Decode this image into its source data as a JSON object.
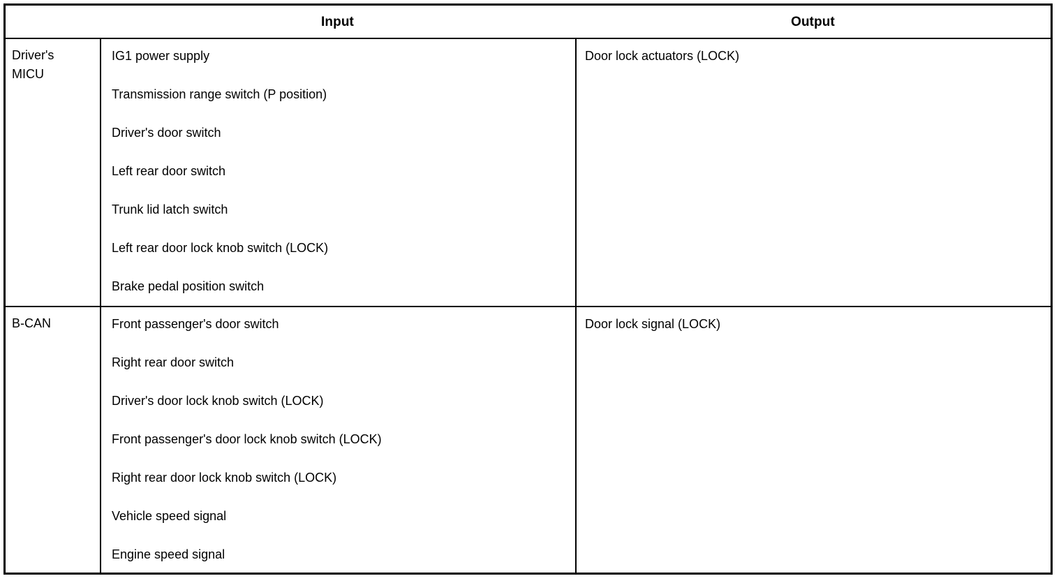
{
  "table": {
    "headers": {
      "corner": "",
      "input": "Input",
      "output": "Output"
    },
    "rows": [
      {
        "label": "Driver's\nMICU",
        "inputs": [
          "IG1 power supply",
          "Transmission range switch (P position)",
          "Driver's door switch",
          "Left rear door switch",
          "Trunk lid latch switch",
          "Left rear door lock knob switch (LOCK)",
          "Brake pedal position switch"
        ],
        "outputs": [
          "Door lock actuators (LOCK)"
        ]
      },
      {
        "label": "B-CAN",
        "inputs": [
          "Front passenger's door switch",
          "Right rear door switch",
          "Driver's door lock knob switch (LOCK)",
          "Front passenger's door lock knob switch (LOCK)",
          "Right rear door lock knob switch (LOCK)",
          "Vehicle speed signal",
          "Engine speed signal"
        ],
        "outputs": [
          "Door lock signal (LOCK)"
        ]
      }
    ]
  },
  "colors": {
    "border": "#000000",
    "text": "#000000",
    "background": "#ffffff"
  }
}
